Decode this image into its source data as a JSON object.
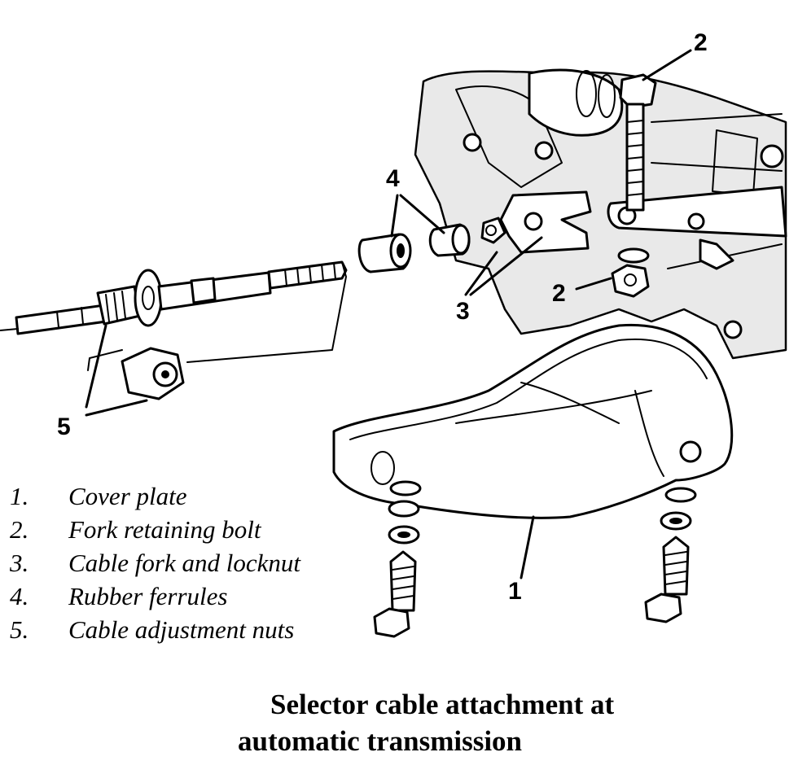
{
  "callouts": {
    "c1": "1",
    "c2_top": "2",
    "c2_mid": "2",
    "c3": "3",
    "c4": "4",
    "c5": "5"
  },
  "legend": [
    {
      "num": "1.",
      "label": "Cover plate"
    },
    {
      "num": "2.",
      "label": "Fork retaining bolt"
    },
    {
      "num": "3.",
      "label": "Cable fork and locknut"
    },
    {
      "num": "4.",
      "label": "Rubber ferrules"
    },
    {
      "num": "5.",
      "label": "Cable adjustment nuts"
    }
  ],
  "caption": {
    "line1": "Selector cable attachment at",
    "line2": "automatic transmission"
  }
}
